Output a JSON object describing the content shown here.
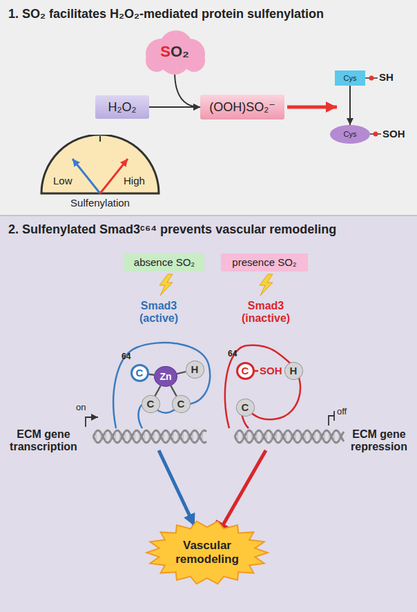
{
  "diagram": {
    "nodes": [
      {
        "text": [
          "1. SO₂ facilitates H₂O₂-mediated protein sulfenylation"
        ]
      },
      {
        "text": [
          "SO₂"
        ],
        "in": 0
      },
      {
        "text": [
          "H₂O₂"
        ],
        "in": 0
      },
      {
        "text": [
          "(OOH)SO₂⁻"
        ],
        "in": 0
      },
      {
        "text": [
          "Cys",
          "SH"
        ],
        "in": 0
      },
      {
        "text": [
          "Cys",
          "SOH"
        ],
        "in": 0
      },
      {
        "text": [
          "Low",
          "High",
          "Sulfenylation"
        ],
        "in": 0
      },
      {
        "text": [
          "2. Sulfenylated Smad3ᶜ⁶⁴ prevents vascular remodeling"
        ]
      },
      {
        "text": [
          "absence SO₂"
        ],
        "in": 7
      },
      {
        "text": [
          "presence SO₂"
        ],
        "in": 7
      },
      {
        "text": [
          "Smad3 (active)"
        ],
        "in": 7
      },
      {
        "text": [
          "C"
        ],
        "in": 10
      },
      {
        "text": [
          "Zn"
        ],
        "in": 10
      },
      {
        "text": [
          "H"
        ],
        "in": 10
      },
      {
        "text": [
          "C"
        ],
        "in": 10
      },
      {
        "text": [
          "C"
        ],
        "in": 10
      },
      {
        "text": [
          "Smad3 (inactive)"
        ],
        "in": 7
      },
      {
        "text": [
          "C"
        ],
        "in": 16
      },
      {
        "text": [
          "H"
        ],
        "in": 16
      },
      {
        "text": [
          "C"
        ],
        "in": 16
      },
      {
        "text": [
          "Vascular remodeling"
        ],
        "in": 7
      }
    ],
    "edges": [
      {
        "from": 2,
        "to": 3,
        "arrow": "to"
      },
      {
        "from": 1,
        "to": 3,
        "arrow": "to"
      },
      {
        "from": 4,
        "to": 5,
        "arrow": "to"
      },
      {
        "from": 12,
        "to": 11,
        "arrow": "none"
      },
      {
        "from": 12,
        "to": 13,
        "arrow": "none"
      },
      {
        "from": 12,
        "to": 14,
        "arrow": "none"
      },
      {
        "from": 12,
        "to": 15,
        "arrow": "none"
      },
      {
        "from": 10,
        "to": 20,
        "arrow": "to"
      },
      {
        "from": 16,
        "to": 20,
        "arrow": "to"
      }
    ],
    "labels": [
      "64",
      "64",
      "SOH",
      "ECM gene transcription",
      "on",
      "off",
      "ECM gene repression"
    ]
  }
}
